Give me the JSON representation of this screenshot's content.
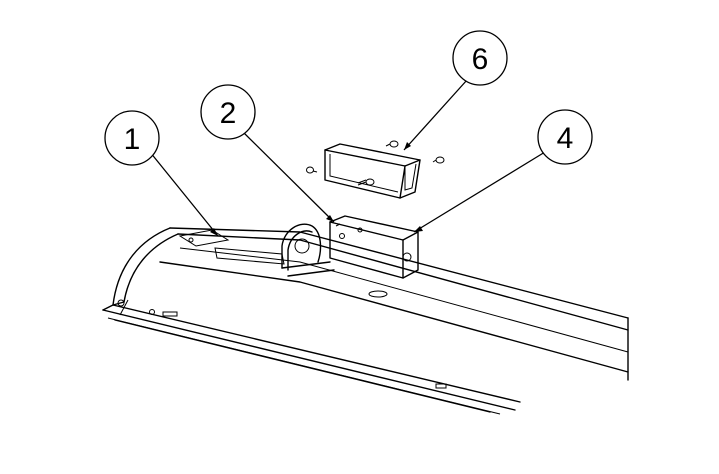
{
  "diagram": {
    "balloons": [
      {
        "id": "balloon-1",
        "label": "1"
      },
      {
        "id": "balloon-2",
        "label": "2"
      },
      {
        "id": "balloon-4",
        "label": "4"
      },
      {
        "id": "balloon-6",
        "label": "6"
      }
    ]
  }
}
